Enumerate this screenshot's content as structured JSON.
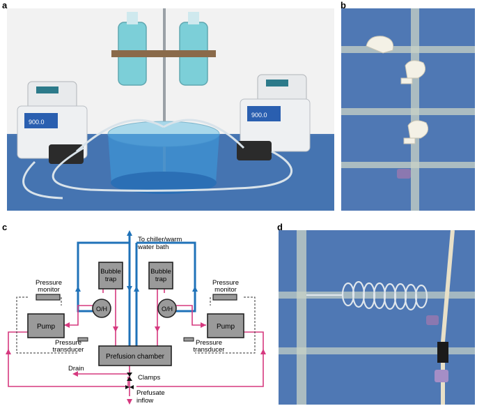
{
  "panels": {
    "a": "a",
    "b": "b",
    "c": "c",
    "d": "d"
  },
  "pump_display_left": "900.0",
  "pump_display_right": "900.0",
  "diagram": {
    "chiller_label_line1": "To chiller/warm",
    "chiller_label_line2": "water bath",
    "bubble_trap_line1": "Bubble",
    "bubble_trap_line2": "trap",
    "oh": "O/H",
    "pressure_monitor_line1": "Pressure",
    "pressure_monitor_line2": "monitor",
    "pump": "Pump",
    "pressure_transducer_line1": "Pressure",
    "pressure_transducer_line2": "transducer",
    "prefusion_chamber": "Prefusion chamber",
    "drain": "Drain",
    "clamps": "Clamps",
    "prefusate_line1": "Prefusate",
    "prefusate_line2": "inflow"
  },
  "colors": {
    "blue_line": "#1f72b8",
    "magenta_line": "#d6397f",
    "box_fill": "#9a9a9a",
    "drape_blue": "#4f78b4",
    "wall": "#f1f1f1"
  }
}
